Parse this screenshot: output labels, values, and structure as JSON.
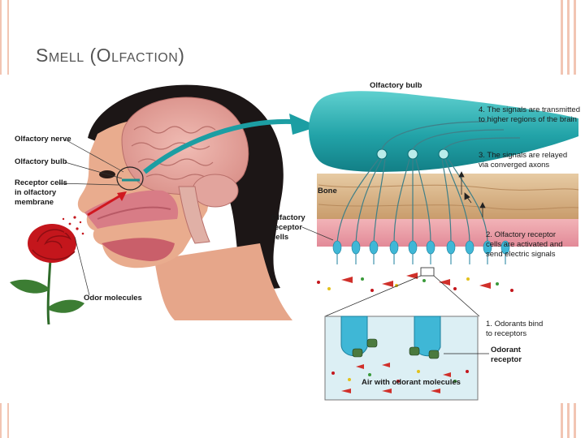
{
  "title": "Smell (Olfaction)",
  "labels": {
    "olfactory_nerve": "Olfactory nerve",
    "olfactory_bulb_left": "Olfactory bulb",
    "receptor_cells_1": "Receptor cells",
    "receptor_cells_2": "in olfactory",
    "receptor_cells_3": "membrane",
    "odor_molecules": "Odor molecules",
    "olfactory_bulb_top": "Olfactory bulb",
    "bone": "Bone",
    "olfactory_receptor_cells_1": "Olfactory",
    "olfactory_receptor_cells_2": "receptor",
    "olfactory_receptor_cells_3": "cells",
    "odorant_receptor_1": "Odorant",
    "odorant_receptor_2": "receptor",
    "air_with_odorant": "Air with odorant molecules"
  },
  "steps": [
    {
      "number": "4.",
      "line1": "The signals are transmitted",
      "line2": "to higher regions of the brain"
    },
    {
      "number": "3.",
      "line1": "The signals are relayed",
      "line2": "via converged axons"
    },
    {
      "number": "2.",
      "line1": "Olfactory receptor",
      "line2": "cells are activated and",
      "line3": "send electric signals"
    },
    {
      "number": "1.",
      "line1": "Odorants bind",
      "line2": "to receptors"
    }
  ],
  "colors": {
    "accent_stripe": "#f2c5b3",
    "bulb_teal": "#2aa9ad",
    "arrow_teal": "#1c9ea3",
    "bone": "#d9b88d",
    "membrane_pink": "#e89aa6",
    "receptor_blue": "#3fb7d6",
    "skin": "#e7a98a",
    "hair": "#1a1414",
    "rose": "#c4161c"
  }
}
